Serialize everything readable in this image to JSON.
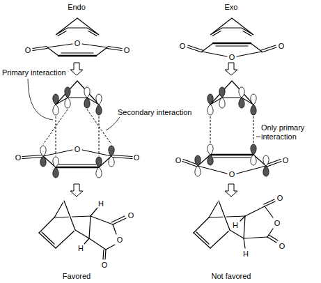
{
  "diagram": {
    "labels": [
      "Endo",
      "Exo",
      "O",
      "O",
      "O",
      "O",
      "O",
      "O",
      "Primary interaction",
      "Secondary interaction",
      "Only primary interaction",
      "O",
      "O",
      "O",
      "O",
      "O",
      "O",
      "H",
      "H",
      "O",
      "O",
      "O",
      "H",
      "H",
      "O",
      "O",
      "O",
      "Favored",
      "Not favored"
    ]
  }
}
